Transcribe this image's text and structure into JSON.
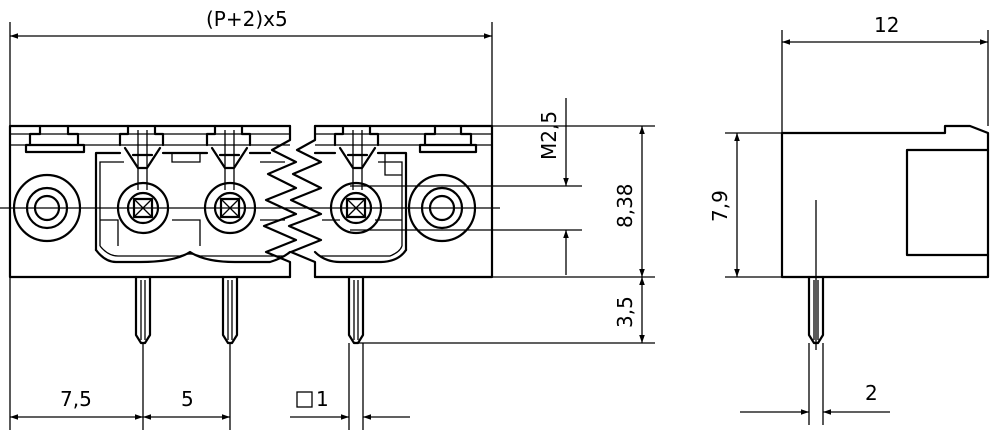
{
  "dimensions": {
    "overall_width": "(P+2)x5",
    "depth": "12",
    "screw": "M2,5",
    "pin_row_offset": "8,38",
    "height": "7,9",
    "pin_length": "3,5",
    "edge_pitch": "7,5",
    "pitch": "5",
    "pin_square": "1",
    "pin_offset": "2"
  }
}
